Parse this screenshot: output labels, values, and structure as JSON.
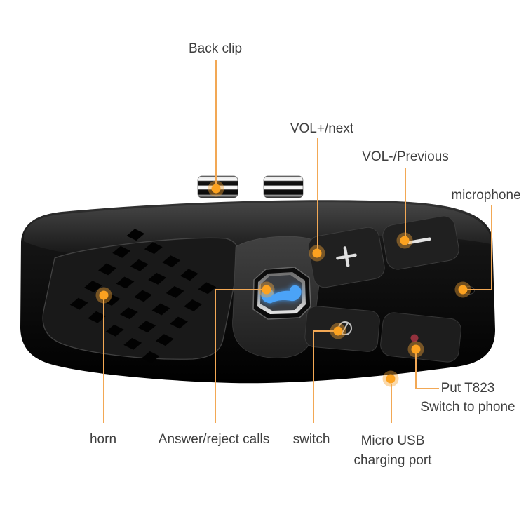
{
  "annotations": {
    "back_clip": "Back clip",
    "vol_plus": "VOL+/next",
    "vol_minus": "VOL-/Previous",
    "microphone": "microphone",
    "horn": "horn",
    "answer_reject": "Answer/reject calls",
    "switch": "switch",
    "micro_usb_line1": "Micro USB",
    "micro_usb_line2": "charging port",
    "put_t823_line1": "Put T823",
    "put_t823_line2": "Switch to phone"
  },
  "device": {
    "icons": {
      "call_button": "phone-handset-icon",
      "volume_up": "plus-icon",
      "volume_down": "minus-icon",
      "power_switch": "power-slash-icon",
      "indicator": "red-led-dot",
      "mic": "microphone-hole",
      "speaker": "diamond-grille",
      "mount": "back-clips"
    }
  },
  "colors": {
    "background": "#FFFFFF",
    "annotation_line": "#F2A855",
    "annotation_dot": "#FCA220",
    "annotation_dot_halo": "rgba(246,164,52,0.42)",
    "label_text": "#3E3E3E",
    "device_body": "#111111",
    "call_icon_blue": "#4BA3F7",
    "led_red": "#93313D"
  }
}
